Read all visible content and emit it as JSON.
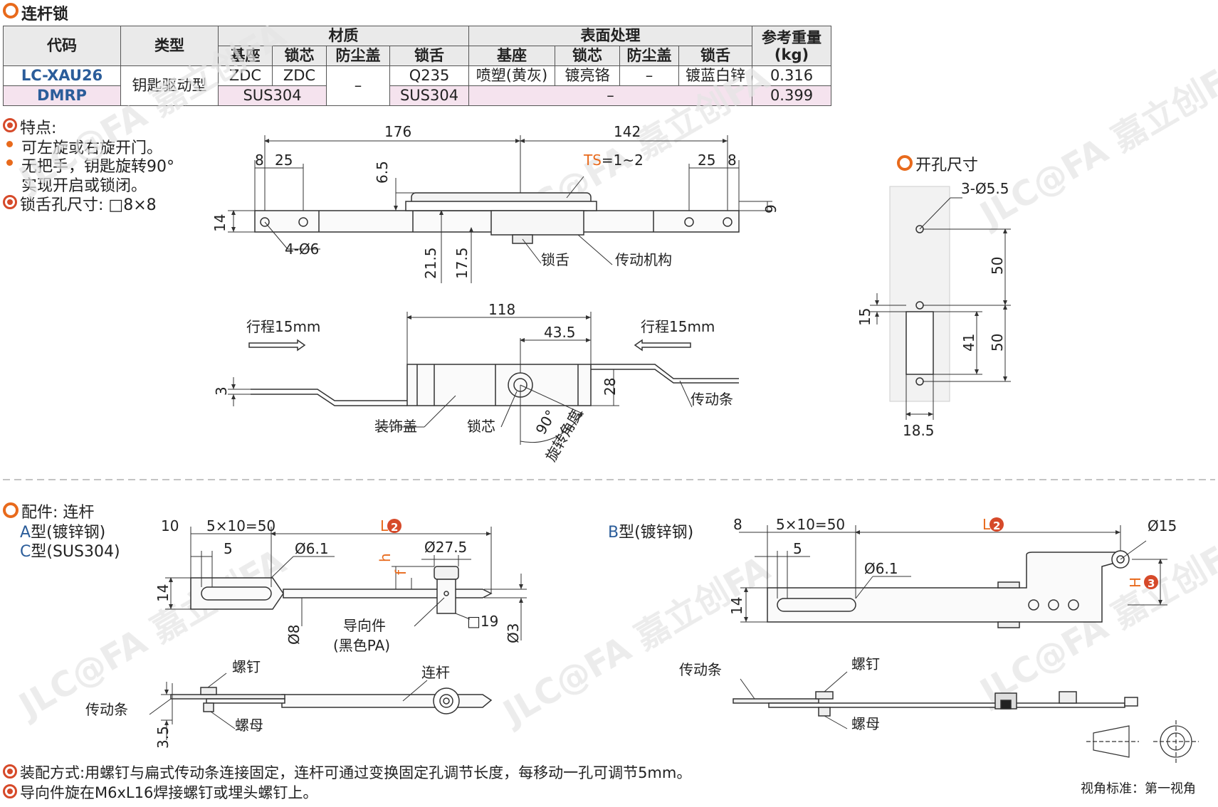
{
  "title": "连杆锁",
  "table": {
    "headers": {
      "code": "代码",
      "type": "类型",
      "material": "材质",
      "surface": "表面处理",
      "weight": "参考重量",
      "weight_unit": "(kg)",
      "sub": [
        "基座",
        "锁芯",
        "防尘盖",
        "锁舌",
        "基座",
        "锁芯",
        "防尘盖",
        "锁舌"
      ]
    },
    "rows": [
      {
        "code": "LC-XAU26",
        "type": "钥匙驱动型",
        "base": "ZDC",
        "core": "ZDC",
        "cover": "–",
        "tongue": "Q235",
        "s_base": "喷塑(黄灰)",
        "s_core": "镀亮铬",
        "s_cover": "–",
        "s_tongue": "镀蓝白锌",
        "weight": "0.316"
      },
      {
        "code": "DMRP",
        "material": "SUS304",
        "tongue": "SUS304",
        "surface": "–",
        "weight": "0.399"
      }
    ]
  },
  "features": {
    "title": "特点:",
    "items": [
      "可左旋或右旋开门。",
      "无把手，钥匙旋转90°",
      "实现开启或锁闭。"
    ],
    "hole": "锁舌孔尺寸: □8×8"
  },
  "cutout": {
    "title": "开孔尺寸",
    "holes": "3-Ø5.5",
    "d50a": "50",
    "d50b": "50",
    "d15": "15",
    "d41": "41",
    "d18_5": "18.5"
  },
  "top_view": {
    "d176": "176",
    "d142": "142",
    "d8a": "8",
    "d25a": "25",
    "d25b": "25",
    "d8b": "8",
    "d6_5": "6.5",
    "ts_prefix": "TS",
    "ts_rest": "=1~2",
    "d14": "14",
    "d9": "9",
    "holes": "4-Ø6",
    "d21_5": "21.5",
    "d17_5": "17.5",
    "tongue": "锁舌",
    "mechanism": "传动机构"
  },
  "front_view": {
    "d118": "118",
    "d43_5": "43.5",
    "stroke_left": "行程15mm",
    "stroke_right": "行程15mm",
    "d3": "3",
    "d28": "28",
    "cover": "装饰盖",
    "core": "锁芯",
    "angle": "90°",
    "angle_label": "旋转角度",
    "bar": "传动条"
  },
  "accessory": {
    "title": "配件: 连杆",
    "typeA_letter": "A",
    "typeA_rest": "型(镀锌钢)",
    "typeC_letter": "C",
    "typeC_rest": "型(SUS304)",
    "typeB_letter": "B",
    "typeB_rest": "型(镀锌钢)",
    "a_d10": "10",
    "a_pitch": "5×10=50",
    "a_L": "L",
    "a_d5": "5",
    "a_d6_1": "Ø6.1",
    "a_d27_5": "Ø27.5",
    "a_h": "h",
    "a_f": "f",
    "a_d14": "14",
    "a_d8": "Ø8",
    "a_sq19": "□19",
    "a_d3": "Ø3",
    "a_guide": "导向件",
    "a_guide_mat": "(黑色PA)",
    "b_d8": "8",
    "b_pitch": "5×10=50",
    "b_L": "L",
    "b_d5": "5",
    "b_d6_1": "Ø6.1",
    "b_d15": "Ø15",
    "b_H": "H",
    "b_d14": "14",
    "screw": "螺钉",
    "nut": "螺母",
    "bar": "传动条",
    "link": "连杆",
    "d3_5": "3.5"
  },
  "notes": [
    "装配方式:用螺钉与扁式传动条连接固定，连杆可通过变换固定孔调节长度，每移动一孔可调节5mm。",
    "导向件旋在M6xL16焊接螺钉或埋头螺钉上。"
  ],
  "view_standard": "视角标准：第一视角",
  "colors": {
    "accent": "#e86a1c",
    "red": "#d64a2a",
    "blue": "#2b5d9a",
    "pink": "#f5e3ee",
    "header": "#eaeaea"
  }
}
